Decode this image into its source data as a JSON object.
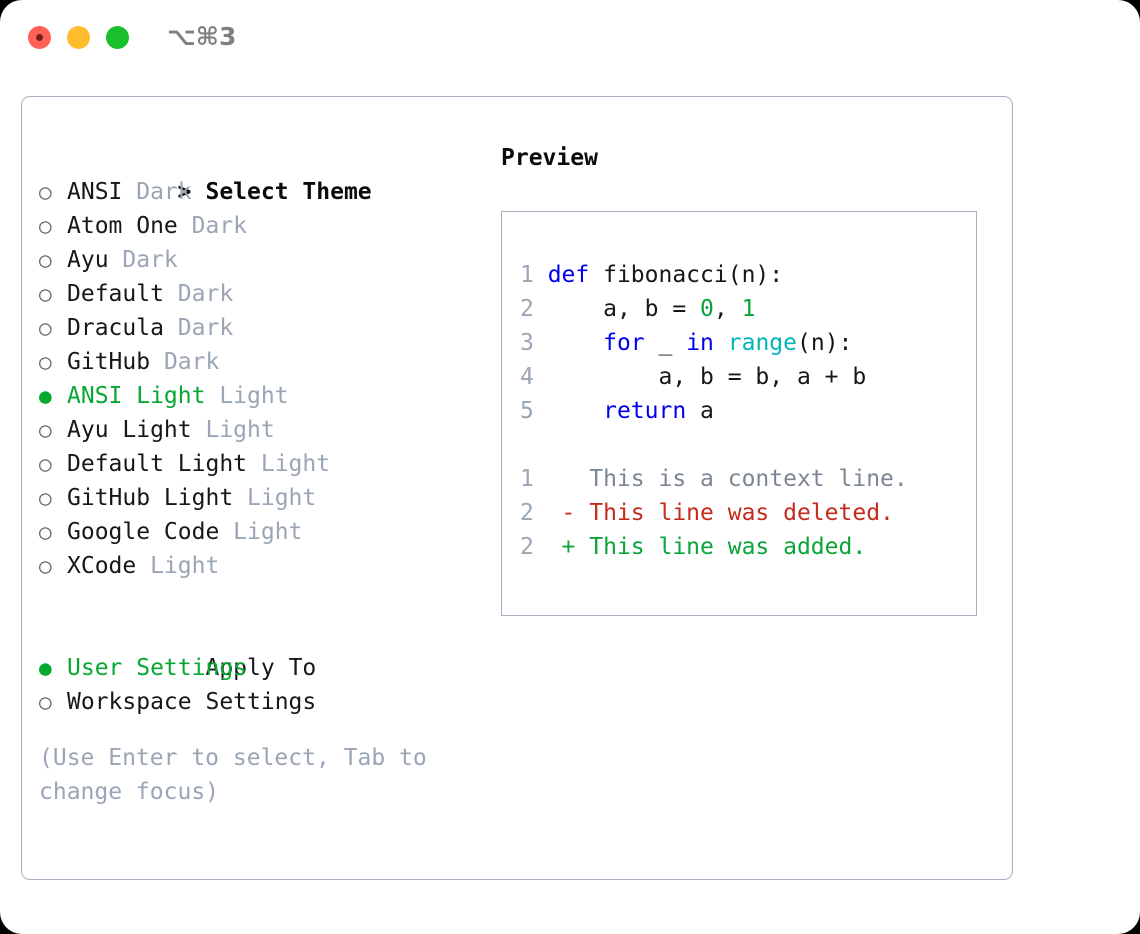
{
  "titlebar": {
    "shortcut": "⌥⌘3",
    "buttons": [
      {
        "name": "close",
        "color": "#ff6159"
      },
      {
        "name": "minimize",
        "color": "#ffbd2e"
      },
      {
        "name": "maximize",
        "color": "#1ac02c"
      }
    ]
  },
  "colors": {
    "accent_green": "#07a832",
    "muted": "#9aa5b5",
    "border": "#a7b1c2",
    "keyword_blue": "#0000ee",
    "function_cyan": "#00b5b8",
    "number_green": "#0aa43a",
    "diff_delete_red": "#c42b1c",
    "diff_add_green": "#0aa43a"
  },
  "theme_list": {
    "heading": "Select Theme",
    "heading_marker": ">",
    "bullet_unselected": "○",
    "bullet_selected": "●",
    "items": [
      {
        "name": "ANSI",
        "badge": "Dark",
        "selected": false
      },
      {
        "name": "Atom One",
        "badge": "Dark",
        "selected": false
      },
      {
        "name": "Ayu",
        "badge": "Dark",
        "selected": false
      },
      {
        "name": "Default",
        "badge": "Dark",
        "selected": false
      },
      {
        "name": "Dracula",
        "badge": "Dark",
        "selected": false
      },
      {
        "name": "GitHub",
        "badge": "Dark",
        "selected": false
      },
      {
        "name": "ANSI Light",
        "badge": "Light",
        "selected": true
      },
      {
        "name": "Ayu Light",
        "badge": "Light",
        "selected": false
      },
      {
        "name": "Default Light",
        "badge": "Light",
        "selected": false
      },
      {
        "name": "GitHub Light",
        "badge": "Light",
        "selected": false
      },
      {
        "name": "Google Code",
        "badge": "Light",
        "selected": false
      },
      {
        "name": "XCode",
        "badge": "Light",
        "selected": false
      }
    ]
  },
  "apply_to": {
    "heading": "Apply To",
    "items": [
      {
        "name": "User Settings",
        "selected": true
      },
      {
        "name": "Workspace Settings",
        "selected": false
      }
    ]
  },
  "hint": "(Use Enter to select, Tab to change focus)",
  "preview": {
    "title": "Preview",
    "code_lines": [
      {
        "num": "1",
        "tokens": [
          {
            "t": "def",
            "c": "kw"
          },
          {
            "t": " fibonacci(n):",
            "c": "plain"
          }
        ]
      },
      {
        "num": "2",
        "tokens": [
          {
            "t": "    a, b = ",
            "c": "plain"
          },
          {
            "t": "0",
            "c": "num"
          },
          {
            "t": ", ",
            "c": "plain"
          },
          {
            "t": "1",
            "c": "num"
          }
        ]
      },
      {
        "num": "3",
        "tokens": [
          {
            "t": "    ",
            "c": "plain"
          },
          {
            "t": "for",
            "c": "kw"
          },
          {
            "t": " _ ",
            "c": "plain"
          },
          {
            "t": "in",
            "c": "kw"
          },
          {
            "t": " ",
            "c": "plain"
          },
          {
            "t": "range",
            "c": "fn"
          },
          {
            "t": "(n):",
            "c": "plain"
          }
        ]
      },
      {
        "num": "4",
        "tokens": [
          {
            "t": "        a, b = b, a + b",
            "c": "plain"
          }
        ]
      },
      {
        "num": "5",
        "tokens": [
          {
            "t": "    ",
            "c": "plain"
          },
          {
            "t": "return",
            "c": "kw"
          },
          {
            "t": " a",
            "c": "plain"
          }
        ]
      }
    ],
    "diff_lines": [
      {
        "num": "1",
        "marker": " ",
        "text": "This is a context line.",
        "kind": "d-ctx"
      },
      {
        "num": "2",
        "marker": "-",
        "text": "This line was deleted.",
        "kind": "d-del"
      },
      {
        "num": "2",
        "marker": "+",
        "text": "This line was added.",
        "kind": "d-add"
      }
    ]
  }
}
